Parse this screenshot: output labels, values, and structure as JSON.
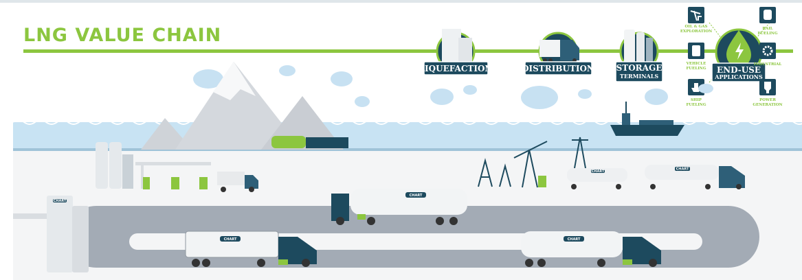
{
  "title": "LNG VALUE CHAIN",
  "stages": [
    {
      "label": "LIQUEFACTION"
    },
    {
      "label": "DISTRIBUTION"
    },
    {
      "label": "STORAGE",
      "label2": "TERMINALS"
    },
    {
      "label": "END-USE",
      "label2": "APPLICATIONS"
    }
  ],
  "end_uses": [
    {
      "label": "OIL & GAS",
      "label2": "EXPLORATION",
      "icon": "pump-jack-icon"
    },
    {
      "label": "RAIL",
      "label2": "FUELING",
      "icon": "train-icon"
    },
    {
      "label": "VEHICLE",
      "label2": "FUELING",
      "icon": "truck-icon"
    },
    {
      "label": "INDUSTRIAL",
      "label2": "",
      "icon": "gear-icon"
    },
    {
      "label": "SHIP",
      "label2": "FUELING",
      "icon": "ship-icon"
    },
    {
      "label": "POWER",
      "label2": "GENERATION",
      "icon": "lightbulb-icon"
    }
  ],
  "logo_text": "CHART",
  "colors": {
    "navy": "#1d4a5e",
    "green": "#8cc63f",
    "sky": "#c8e3f3",
    "road": "#a3abb5"
  }
}
